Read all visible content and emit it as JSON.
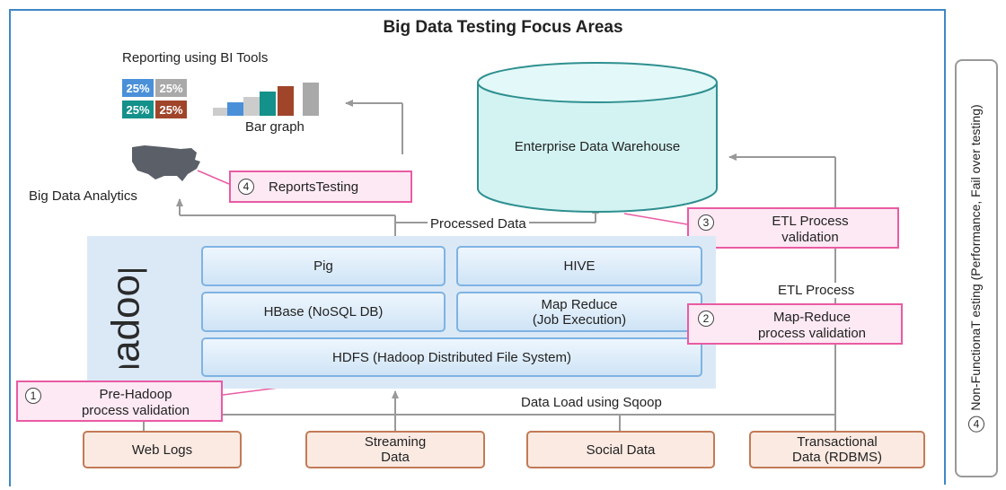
{
  "title": "Big Data Testing Focus Areas",
  "reporting": {
    "heading": "Reporting using BI Tools",
    "tiles": [
      "25%",
      "25%",
      "25%",
      "25%"
    ],
    "bar_graph_label": "Bar graph",
    "analytics_label": "Big Data Analytics"
  },
  "warehouse": {
    "label": "Enterprise Data Warehouse"
  },
  "flows": {
    "processed_data": "Processed Data",
    "etl_process": "ETL Process",
    "data_load": "Data Load using Sqoop"
  },
  "hadoop": {
    "wordmark": "hadoop",
    "pig": "Pig",
    "hive": "HIVE",
    "hbase": "HBase (NoSQL DB)",
    "mapreduce_line1": "Map Reduce",
    "mapreduce_line2": "(Job Execution)",
    "hdfs": "HDFS (Hadoop Distributed File System)"
  },
  "sources": {
    "web_logs": "Web Logs",
    "streaming_line1": "Streaming",
    "streaming_line2": "Data",
    "social": "Social Data",
    "transactional_line1": "Transactional",
    "transactional_line2": "Data (RDBMS)"
  },
  "callouts": {
    "pre_hadoop": {
      "num": "1",
      "line1": "Pre-Hadoop",
      "line2": "process validation"
    },
    "mapreduce": {
      "num": "2",
      "line1": "Map-Reduce",
      "line2": "process validation"
    },
    "etl": {
      "num": "3",
      "line1": "ETL Process",
      "line2": "validation"
    },
    "reports": {
      "num": "4",
      "line1": "ReportsTesting"
    }
  },
  "side_panel": {
    "num": "4",
    "text": "Non-FunctionaT esting (Performance, Fail over testing)"
  },
  "colors": {
    "frame_blue": "#3f87c7",
    "hadoop_bg": "#dbe9f7",
    "callout_pink": "#e95ba3",
    "source_brown": "#c27a57",
    "cylinder": "#d3f3f3",
    "tile_blue": "#4a90d9",
    "tile_grey": "#a9a9a9",
    "tile_teal": "#13918a",
    "tile_brown": "#a0452a"
  }
}
